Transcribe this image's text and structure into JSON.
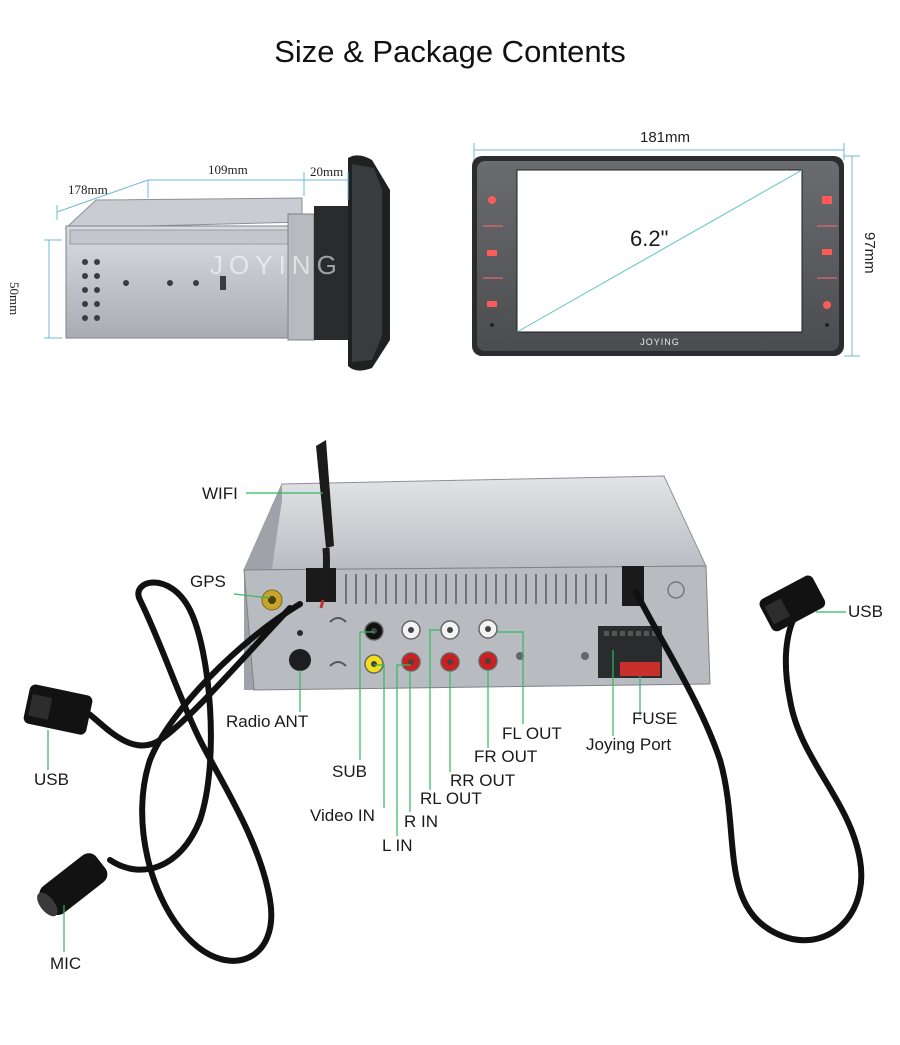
{
  "page": {
    "title": "Size & Package Contents"
  },
  "side_view": {
    "dims": {
      "depth": "178mm",
      "body": "109mm",
      "front": "20mm",
      "height": "50mm"
    },
    "watermark": "JOYING"
  },
  "front_view": {
    "dims": {
      "width": "181mm",
      "height": "97mm"
    },
    "screen_size": "6.2\"",
    "brand": "JOYING"
  },
  "rear_view": {
    "labels": {
      "wifi": "WIFI",
      "gps": "GPS",
      "radio_ant": "Radio ANT",
      "usb_left": "USB",
      "mic": "MIC",
      "usb_right": "USB",
      "sub": "SUB",
      "video_in": "Video IN",
      "l_in": "L IN",
      "r_in": "R IN",
      "rl_out": "RL OUT",
      "rr_out": "RR OUT",
      "fr_out": "FR OUT",
      "fl_out": "FL OUT",
      "joying_port": "Joying Port",
      "fuse": "FUSE"
    }
  },
  "colors": {
    "leader": "#2fb85f",
    "dim_line": "#6fb8d8",
    "screen_line": "#59c4c0"
  }
}
